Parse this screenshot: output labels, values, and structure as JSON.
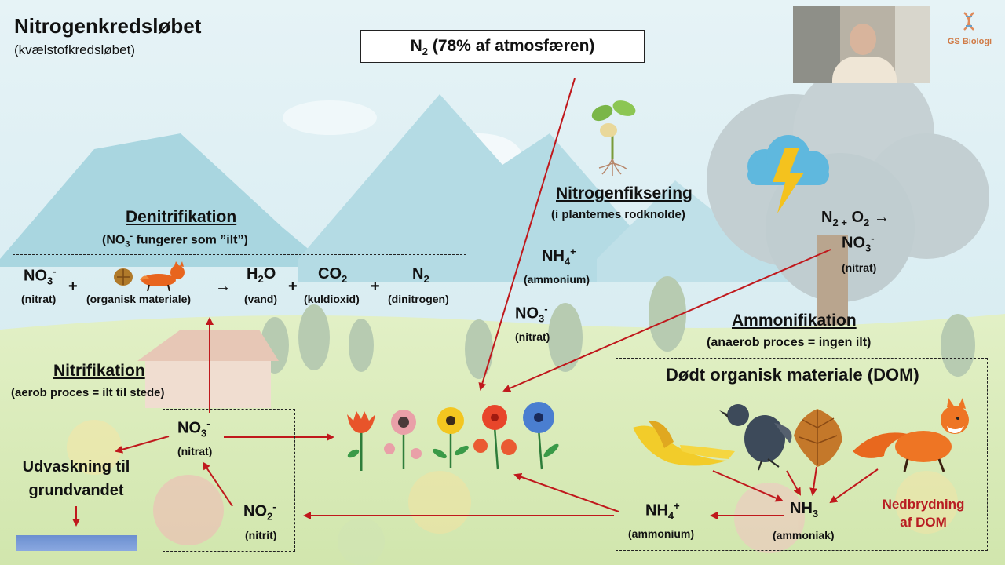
{
  "title": "Nitrogenkredsløbet",
  "subtitle": "(kvælstofkredsløbet)",
  "atmosphere": {
    "n": "N",
    "sub": "2",
    "rest": " (78% af atmosfæren)"
  },
  "nitrogen_fixation": {
    "heading": "Nitrogenfiksering",
    "sub": "(i planternes rodknolde)"
  },
  "ammonium_top": {
    "base": "NH",
    "sub": "4",
    "sup": "+",
    "label": "(ammonium)"
  },
  "nitrate_top": {
    "base": "NO",
    "sub": "3",
    "sup": "-",
    "label": "(nitrat)"
  },
  "lightning": {
    "n": "N",
    "n_sub": "2",
    "plus": "+",
    "o": "O",
    "o_sub": "2",
    "arrow": "→",
    "product_base": "NO",
    "product_sub": "3",
    "product_sup": "-",
    "label": "(nitrat)"
  },
  "denitrification": {
    "heading": "Denitrifikation",
    "sub_pre": "(NO",
    "sub_sub": "3",
    "sub_sup": "-",
    "sub_post": " fungerer som ”ilt”)",
    "nitrate": {
      "base": "NO",
      "sub": "3",
      "sup": "-",
      "label": "(nitrat)"
    },
    "plus1": "+",
    "organic_label": "(organisk materiale)",
    "arrow": "→",
    "water": {
      "base": "H",
      "sub": "2",
      "post": "O",
      "label": "(vand)"
    },
    "plus2": "+",
    "co2": {
      "base": "CO",
      "sub": "2",
      "label": "(kuldioxid)"
    },
    "plus3": "+",
    "n2": {
      "base": "N",
      "sub": "2",
      "label": "(dinitrogen)"
    }
  },
  "nitrification": {
    "heading": "Nitrifikation",
    "sub": "(aerob proces = ilt til stede)",
    "nitrate": {
      "base": "NO",
      "sub": "3",
      "sup": "-",
      "label": "(nitrat)"
    },
    "nitrite": {
      "base": "NO",
      "sub": "2",
      "sup": "-",
      "label": "(nitrit)"
    }
  },
  "leaching": {
    "line1": "Udvaskning til",
    "line2": "grundvandet"
  },
  "ammonification": {
    "heading": "Ammonifikation",
    "sub": "(anaerob proces = ingen ilt)",
    "dom_title": "Dødt organisk materiale (DOM)",
    "ammonium": {
      "base": "NH",
      "sub": "4",
      "sup": "+",
      "label": "(ammonium)"
    },
    "ammonia": {
      "base": "NH",
      "sub": "3",
      "label": "(ammoniak)"
    },
    "breakdown_line1": "Nedbrydning",
    "breakdown_line2": "af DOM"
  },
  "logo": {
    "text": "GS Biologi"
  },
  "colors": {
    "arrow": "#c0181c",
    "breakdown": "#b81c22",
    "sky": "#cfe8ef",
    "ground": "#d9ecb4"
  }
}
